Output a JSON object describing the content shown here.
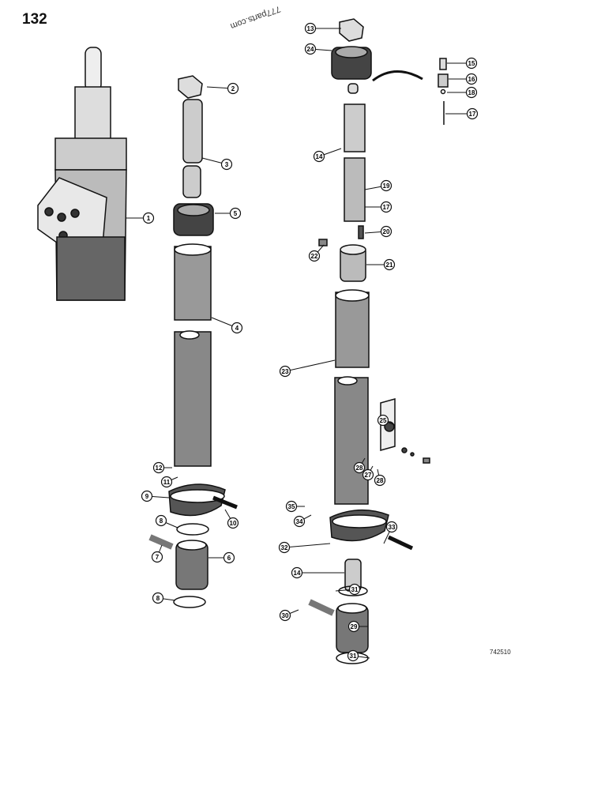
{
  "page_number": "132",
  "reference_code": "742510",
  "watermark": "777parts.com",
  "callouts": [
    "1",
    "2",
    "3",
    "5",
    "4",
    "12",
    "11",
    "9",
    "10",
    "8",
    "7",
    "6",
    "8",
    "13",
    "24",
    "15",
    "16",
    "18",
    "17",
    "14",
    "19",
    "17",
    "20",
    "22",
    "21",
    "23",
    "25",
    "28",
    "27",
    "28",
    "35",
    "34",
    "33",
    "32",
    "14",
    "31",
    "30",
    "29",
    "31"
  ]
}
